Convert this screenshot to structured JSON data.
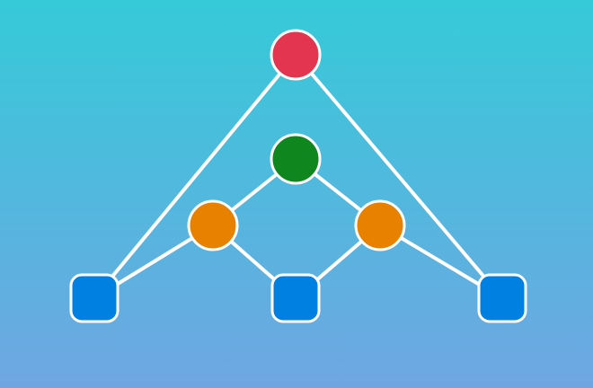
{
  "diagram": {
    "background_colors": [
      "#35CAD9",
      "#6FA6E2"
    ],
    "edge_color": "#FFFFFF",
    "node_outline_color": "#FFFFFF",
    "nodes": [
      {
        "id": "top",
        "shape": "circle",
        "color": "#E3354F"
      },
      {
        "id": "middle",
        "shape": "circle",
        "color": "#10861F"
      },
      {
        "id": "left-mid",
        "shape": "circle",
        "color": "#E88000"
      },
      {
        "id": "right-mid",
        "shape": "circle",
        "color": "#E88000"
      },
      {
        "id": "bottom-left",
        "shape": "rounded-square",
        "color": "#0080E0"
      },
      {
        "id": "bottom-center",
        "shape": "rounded-square",
        "color": "#0080E0"
      },
      {
        "id": "bottom-right",
        "shape": "rounded-square",
        "color": "#0080E0"
      }
    ],
    "edges": [
      {
        "from": "top",
        "to": "bottom-left"
      },
      {
        "from": "top",
        "to": "bottom-right"
      },
      {
        "from": "middle",
        "to": "left-mid"
      },
      {
        "from": "middle",
        "to": "right-mid"
      },
      {
        "from": "left-mid",
        "to": "bottom-left"
      },
      {
        "from": "left-mid",
        "to": "bottom-center"
      },
      {
        "from": "right-mid",
        "to": "bottom-center"
      },
      {
        "from": "right-mid",
        "to": "bottom-right"
      }
    ]
  }
}
